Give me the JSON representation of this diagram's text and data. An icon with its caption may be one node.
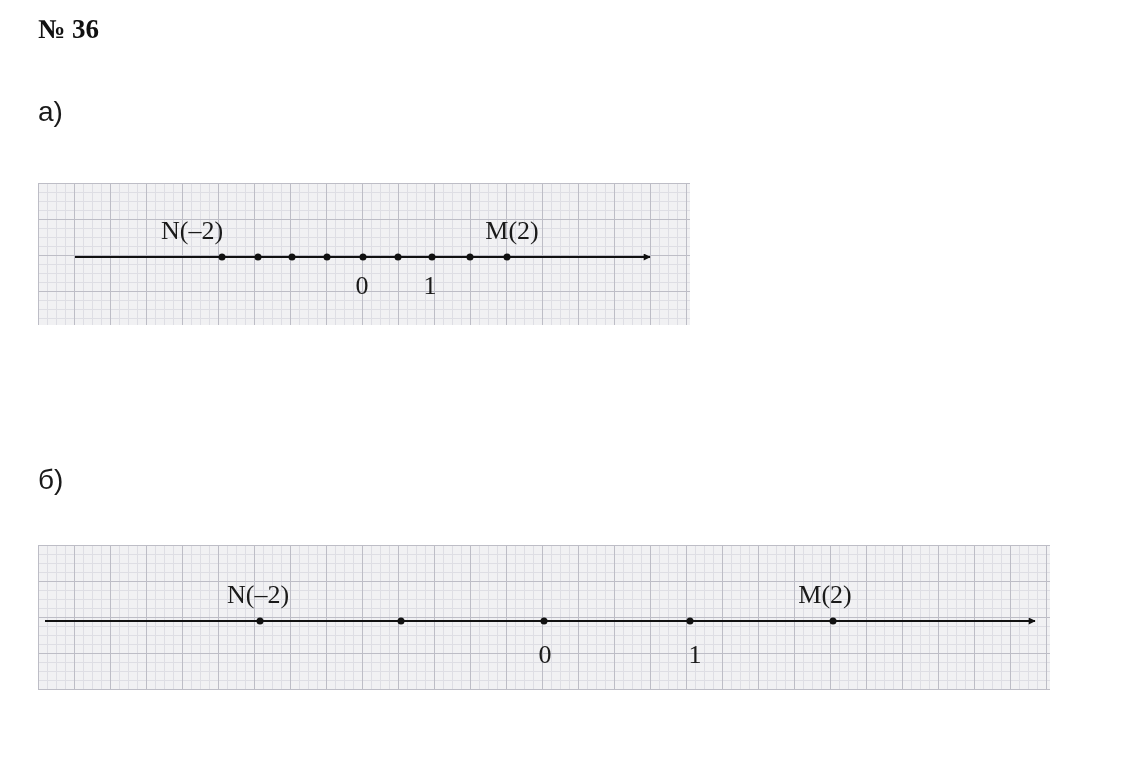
{
  "diagram": {
    "title": "№ 36",
    "labels": [
      "а)",
      "N(–2)",
      "M(2)",
      "0",
      "1",
      "б)",
      "N(–2)",
      "M(2)",
      "0",
      "1"
    ]
  }
}
